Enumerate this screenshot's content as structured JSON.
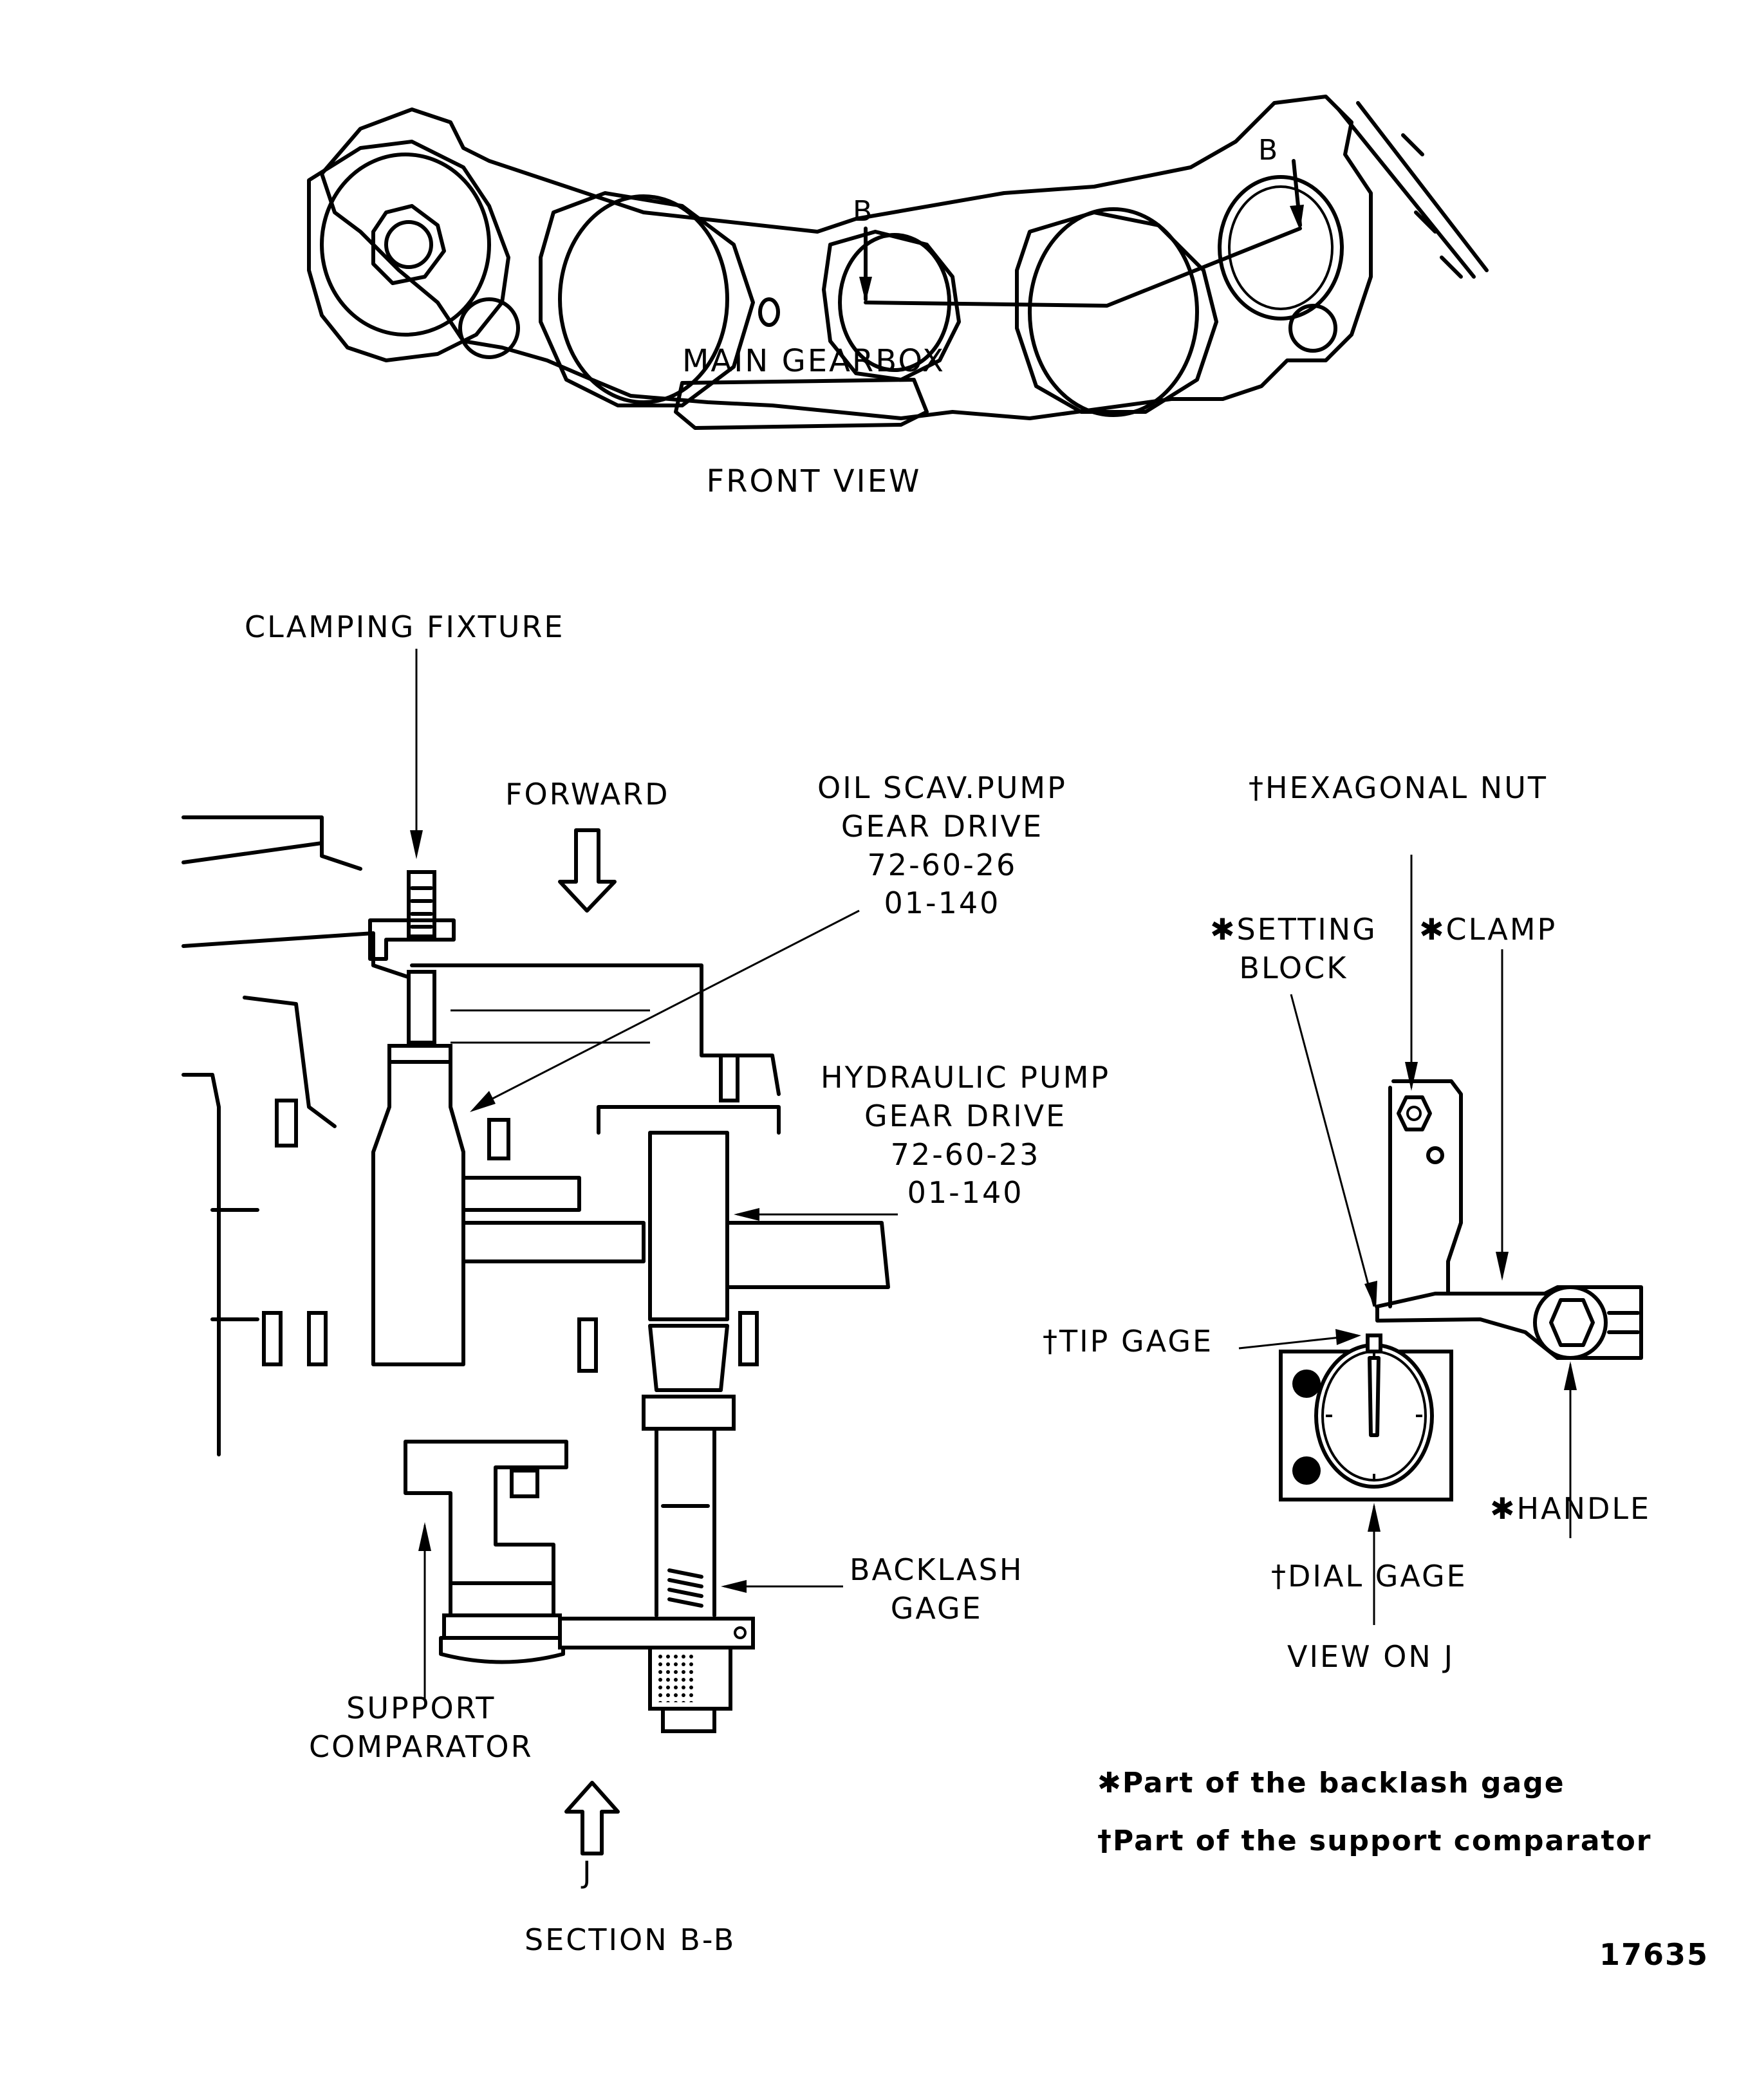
{
  "colors": {
    "ink": "#000000",
    "paper": "#ffffff"
  },
  "front_view": {
    "title_line1": "MAIN GEARBOX",
    "title_line2": "FRONT VIEW",
    "section_marker_left": "B",
    "section_marker_right": "B"
  },
  "section_view": {
    "title": "SECTION B-B",
    "labels": {
      "clamping_fixture": "CLAMPING FIXTURE",
      "forward": "FORWARD",
      "oil_scav_pump": "OIL SCAV.PUMP\nGEAR DRIVE\n72-60-26\n01-140",
      "hydraulic_pump": "HYDRAULIC PUMP\nGEAR DRIVE\n72-60-23\n01-140",
      "backlash_gage": "BACKLASH\nGAGE",
      "support_comparator": "SUPPORT\nCOMPARATOR",
      "view_arrow": "J"
    }
  },
  "view_on_j": {
    "title": "VIEW ON J",
    "labels": {
      "hexagonal_nut": "†HEXAGONAL NUT",
      "setting_block": "✱SETTING\nBLOCK",
      "clamp": "✱CLAMP",
      "tip_gage": "†TIP GAGE",
      "handle": "✱HANDLE",
      "dial_gage": "†DIAL GAGE"
    }
  },
  "legend": {
    "backlash_part": "✱Part of the backlash gage",
    "comparator_part": "†Part of the support comparator"
  },
  "figure_number": "17635"
}
